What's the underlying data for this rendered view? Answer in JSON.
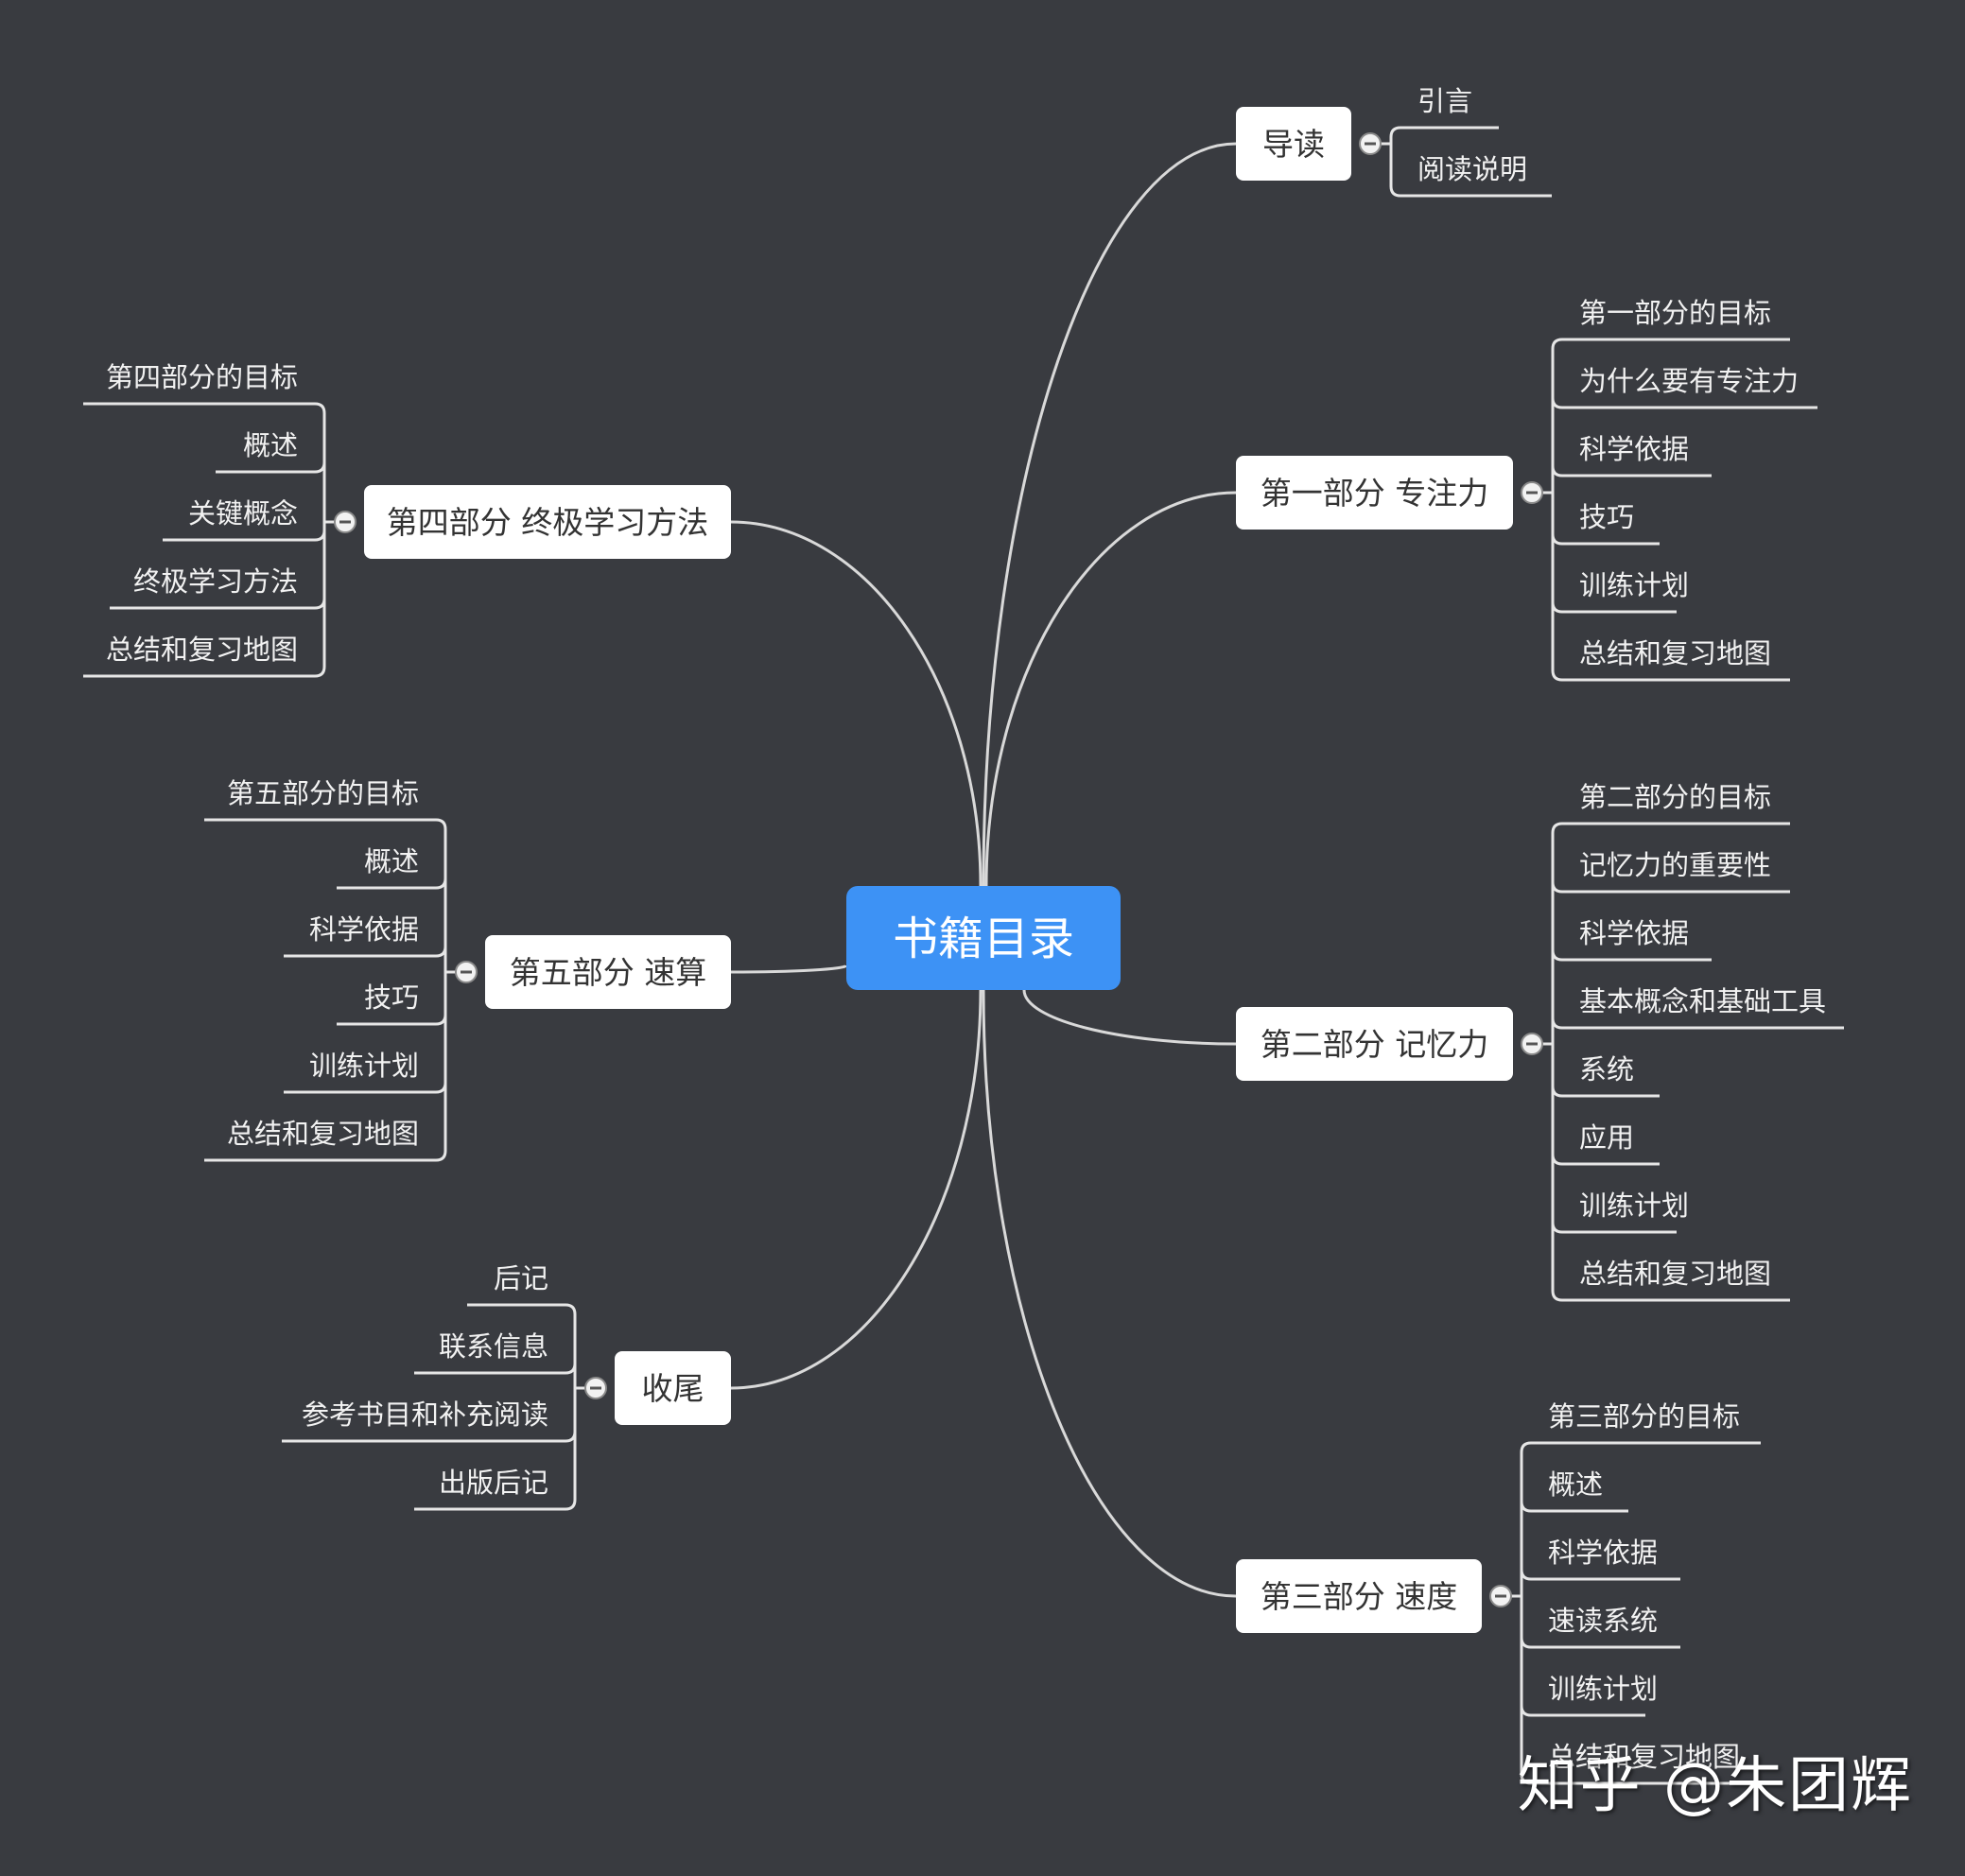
{
  "center": {
    "label": "书籍目录"
  },
  "branches": [
    {
      "key": "guide",
      "label": "导读",
      "side": "right",
      "children": [
        "引言",
        "阅读说明"
      ]
    },
    {
      "key": "part1",
      "label": "第一部分 专注力",
      "side": "right",
      "children": [
        "第一部分的目标",
        "为什么要有专注力",
        "科学依据",
        "技巧",
        "训练计划",
        "总结和复习地图"
      ]
    },
    {
      "key": "part2",
      "label": "第二部分 记忆力",
      "side": "right",
      "children": [
        "第二部分的目标",
        "记忆力的重要性",
        "科学依据",
        "基本概念和基础工具",
        "系统",
        "应用",
        "训练计划",
        "总结和复习地图"
      ]
    },
    {
      "key": "part3",
      "label": "第三部分 速度",
      "side": "right",
      "children": [
        "第三部分的目标",
        "概述",
        "科学依据",
        "速读系统",
        "训练计划",
        "总结和复习地图"
      ]
    },
    {
      "key": "part4",
      "label": "第四部分 终极学习方法",
      "side": "left",
      "children": [
        "第四部分的目标",
        "概述",
        "关键概念",
        "终极学习方法",
        "总结和复习地图"
      ]
    },
    {
      "key": "part5",
      "label": "第五部分 速算",
      "side": "left",
      "children": [
        "第五部分的目标",
        "概述",
        "科学依据",
        "技巧",
        "训练计划",
        "总结和复习地图"
      ]
    },
    {
      "key": "ending",
      "label": "收尾",
      "side": "left",
      "children": [
        "后记",
        "联系信息",
        "参考书目和补充阅读",
        "出版后记"
      ]
    }
  ],
  "watermark": "知乎 @朱团辉",
  "colors": {
    "background": "#393b40",
    "center": "#3d92f5",
    "node": "#ffffff",
    "line": "#d9d9d9"
  }
}
